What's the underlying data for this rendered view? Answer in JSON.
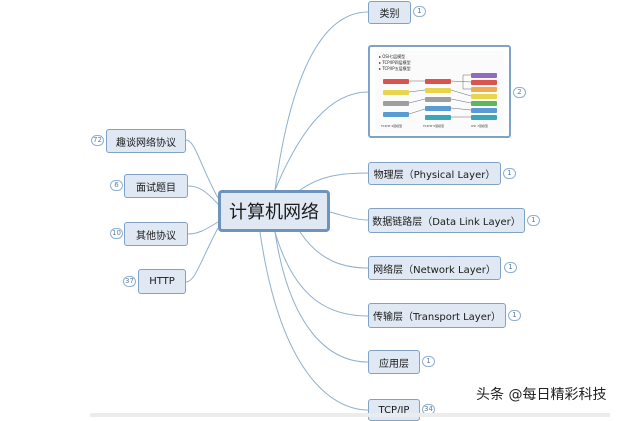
{
  "center": {
    "label": "计算机网络"
  },
  "right_nodes": [
    {
      "label": "类别",
      "badge": "1"
    },
    {
      "label": "物理层（Physical Layer）",
      "badge": "1"
    },
    {
      "label": "数据链路层（Data Link Layer）",
      "badge": "1"
    },
    {
      "label": "网络层（Network Layer）",
      "badge": "1"
    },
    {
      "label": "传输层（Transport Layer）",
      "badge": "1"
    },
    {
      "label": "应用层",
      "badge": "1"
    },
    {
      "label": "TCP/IP",
      "badge": "34"
    }
  ],
  "image_node": {
    "badge": "2",
    "legend": [
      "OSI七层模型",
      "TCP/IP四层模型",
      "TCP/IP五层模型"
    ],
    "captions": [
      "TCP/IP 4层模型",
      "TCP/IP 5层模型",
      "OSI 7层模型"
    ],
    "colors": {
      "red": "#d9534f",
      "orange": "#f0ad4e",
      "yellow": "#e8d44d",
      "green": "#5cb85c",
      "gray": "#9e9e9e",
      "blue": "#5b9bd5",
      "purple": "#8e6bbf",
      "teal": "#3aa6b9"
    }
  },
  "left_nodes": [
    {
      "label": "趣谈网络协议",
      "badge": "72"
    },
    {
      "label": "面试题目",
      "badge": "6"
    },
    {
      "label": "其他协议",
      "badge": "10"
    },
    {
      "label": "HTTP",
      "badge": "37"
    }
  ],
  "watermark": "头条 @每日精彩科技",
  "colors": {
    "line": "#8fb0cf",
    "node_fill": "#dfe8f3",
    "node_border": "#7fa2c6",
    "center_border": "#6e94bd"
  }
}
